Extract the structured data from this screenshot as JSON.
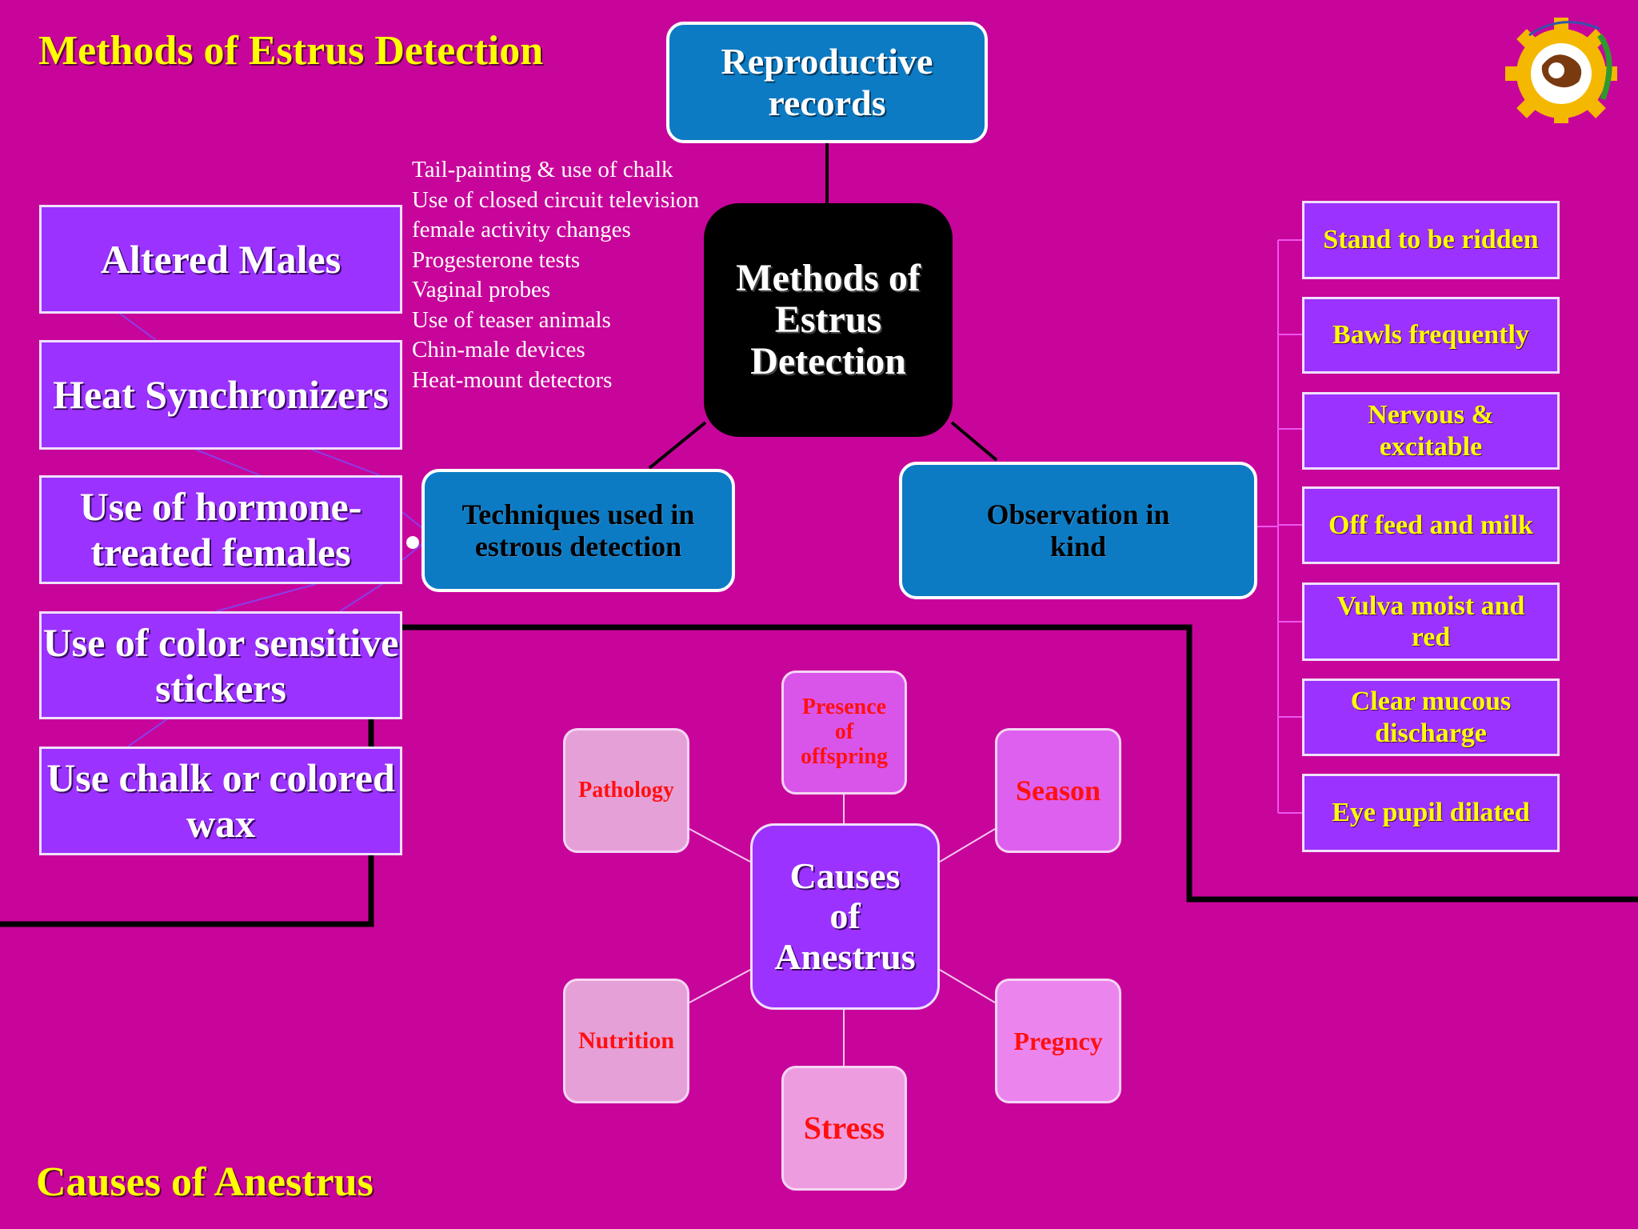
{
  "titles": {
    "estrus_detection": "Methods of Estrus Detection",
    "anestrus": "Causes of Anestrus"
  },
  "diagram": {
    "center": "Methods of Estrus Detection",
    "reproductive_records": "Reproductive records",
    "techniques": "Techniques used in estrous detection",
    "observation": "Observation in kind",
    "technique_items": [
      "Tail-painting & use of chalk",
      "Use of closed circuit television",
      "female activity changes",
      "Progesterone tests",
      "Vaginal probes",
      "Use of teaser animals",
      "Chin-male devices",
      "Heat-mount detectors"
    ],
    "left_methods": [
      "Altered Males",
      "Heat Synchronizers",
      "Use of hormone-treated females",
      "Use of color sensitive stickers",
      "Use chalk or colored wax"
    ],
    "observation_signs": [
      "Stand to be ridden",
      "Bawls frequently",
      "Nervous &\nexcitable",
      "Off feed and milk",
      "Vulva moist and\nred",
      "Clear mucous\ndischarge",
      "Eye pupil dilated"
    ]
  },
  "anestrus": {
    "center": "Causes\nof\nAnestrus",
    "causes": {
      "presence_of_offspring": "Presence of offspring",
      "pathology": "Pathology",
      "season": "Season",
      "nutrition": "Nutrition",
      "pregnancy": "Pregncy",
      "stress": "Stress"
    }
  },
  "logo": {
    "icon": "institution-gear-logo"
  }
}
